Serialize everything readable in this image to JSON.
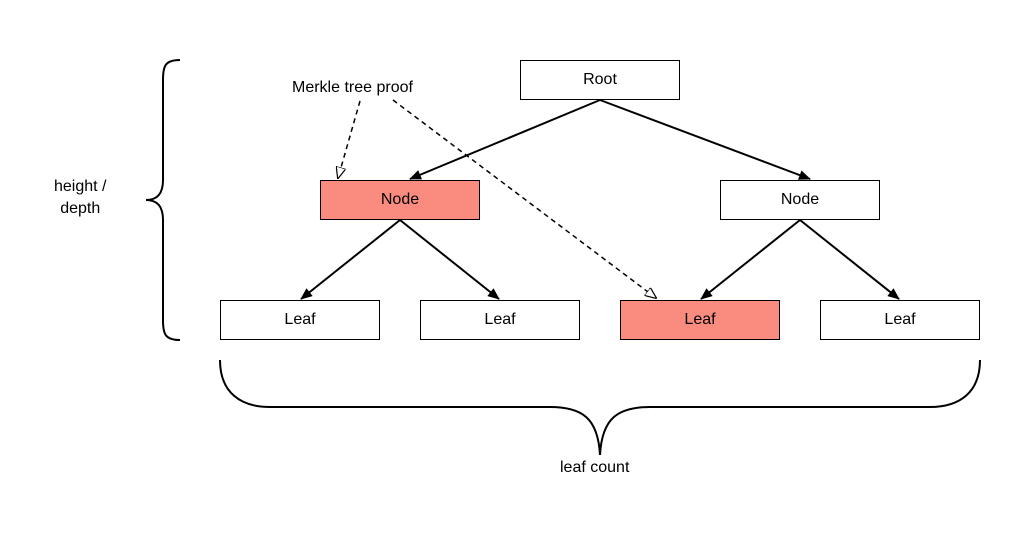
{
  "colors": {
    "highlight": "#fa8c7f",
    "stroke": "#000000",
    "box_fill": "#ffffff"
  },
  "nodes": {
    "root": {
      "label": "Root",
      "highlight": false
    },
    "node_left": {
      "label": "Node",
      "highlight": true
    },
    "node_right": {
      "label": "Node",
      "highlight": false
    },
    "leaves": [
      {
        "label": "Leaf",
        "highlight": false
      },
      {
        "label": "Leaf",
        "highlight": false
      },
      {
        "label": "Leaf",
        "highlight": true
      },
      {
        "label": "Leaf",
        "highlight": false
      }
    ]
  },
  "annotations": {
    "proof": "Merkle tree proof",
    "height_line1": "height /",
    "height_line2": "depth",
    "leaf_count": "leaf count"
  }
}
